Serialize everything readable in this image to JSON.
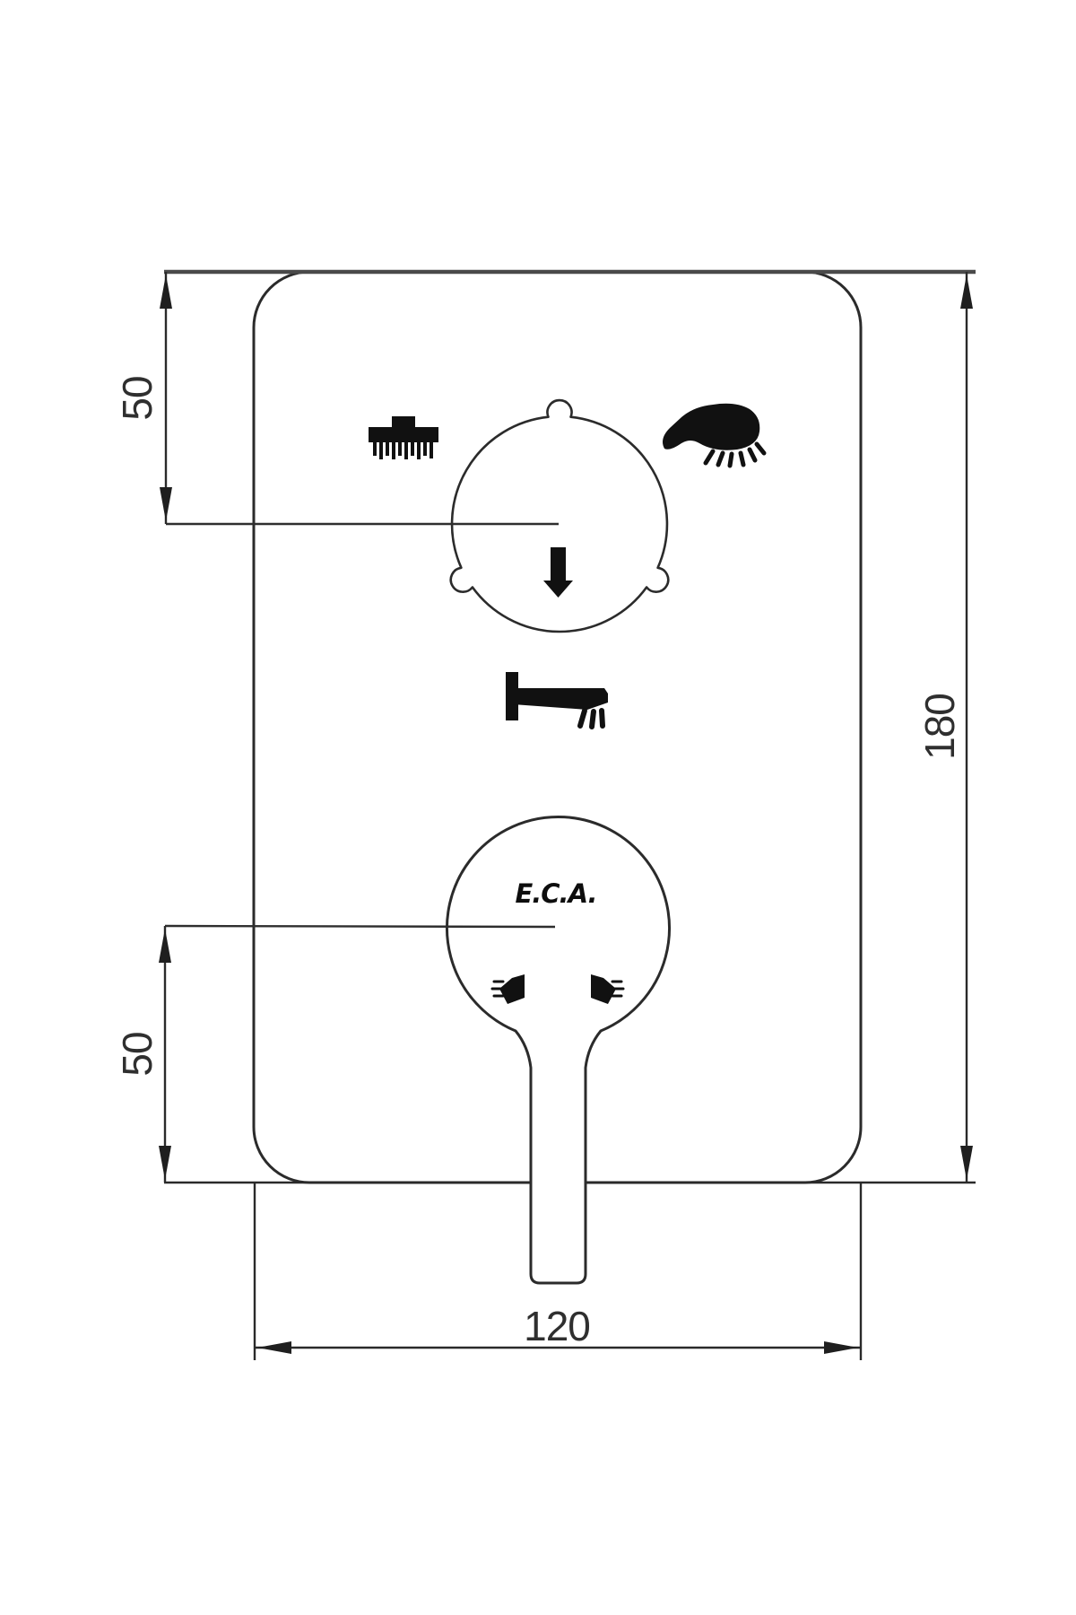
{
  "drawing": {
    "logo": "E.C.A.",
    "dimensions": {
      "top_center_offset": "50",
      "bottom_center_offset": "50",
      "plate_height": "180",
      "plate_width": "120"
    },
    "icons": [
      "rain-shower-icon",
      "hand-shower-icon",
      "bath-spout-icon",
      "down-arrow-icon",
      "handle-direction-left-icon",
      "handle-direction-right-icon"
    ],
    "colors": {
      "outline": "#2b2b2b",
      "extension_line": "#4a4a4a",
      "icon_fill": "#111111",
      "dimension_text": "#2f2f2f",
      "background": "#ffffff"
    }
  }
}
